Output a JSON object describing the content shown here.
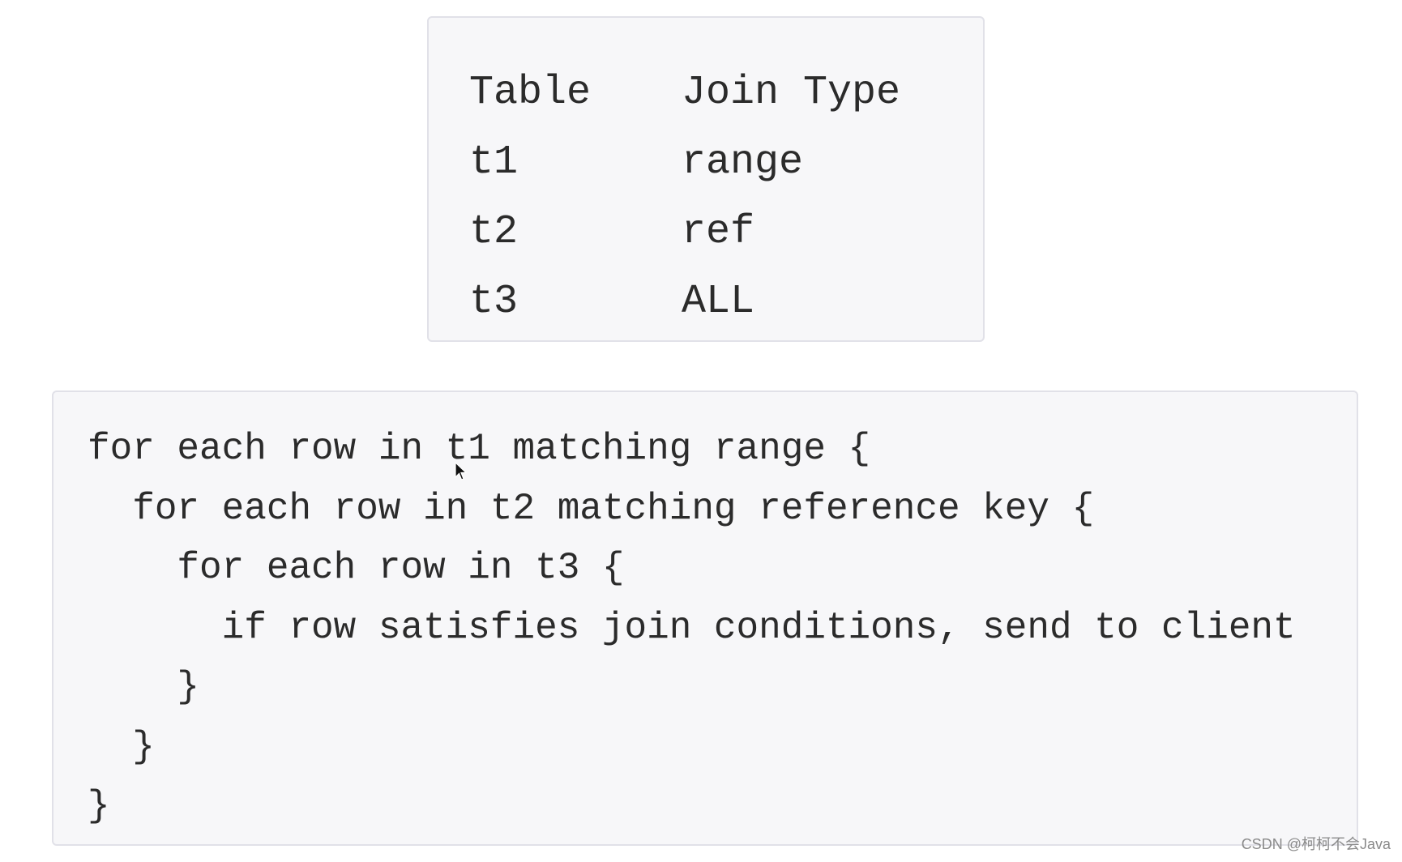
{
  "join_table": {
    "headers": [
      "Table",
      "Join Type"
    ],
    "rows": [
      [
        "t1",
        "range"
      ],
      [
        "t2",
        "ref"
      ],
      [
        "t3",
        "ALL"
      ]
    ]
  },
  "code": {
    "lines": [
      "for each row in t1 matching range {",
      "  for each row in t2 matching reference key {",
      "    for each row in t3 {",
      "      if row satisfies join conditions, send to client",
      "    }",
      "  }",
      "}"
    ]
  },
  "watermark": "CSDN @柯柯不会Java",
  "icons": {
    "cursor": "mouse-pointer-icon"
  }
}
